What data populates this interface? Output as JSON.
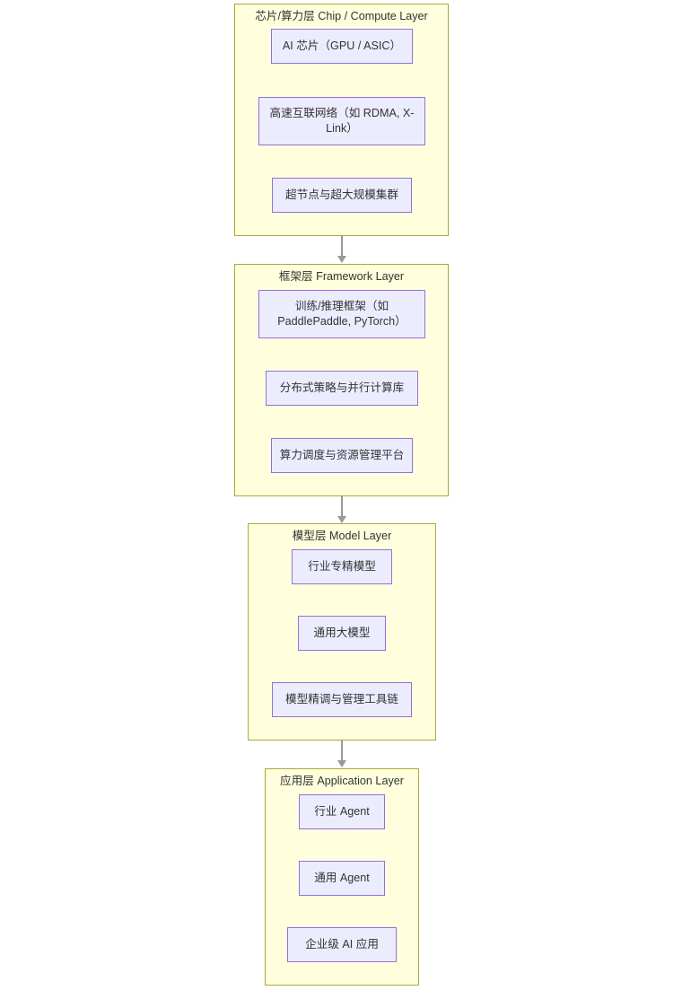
{
  "diagram": {
    "type": "flowchart-vertical",
    "background_color": "#ffffff",
    "subgraph_fill": "#ffffde",
    "subgraph_border": "#aaaa33",
    "node_fill": "#ececff",
    "node_border": "#9370db",
    "text_color": "#333333",
    "edge_color": "#999999",
    "layers": [
      {
        "id": "chip-layer",
        "title": "芯片/算力层 Chip / Compute Layer",
        "nodes": [
          {
            "id": "ai-chip",
            "label": "AI 芯片（GPU / ASIC）"
          },
          {
            "id": "interconnect",
            "label": "高速互联网络（如 RDMA, X-Link）"
          },
          {
            "id": "supernode-cluster",
            "label": "超节点与超大规模集群"
          }
        ]
      },
      {
        "id": "framework-layer",
        "title": "框架层 Framework Layer",
        "nodes": [
          {
            "id": "train-infer-framework",
            "label": "训练/推理框架（如 PaddlePaddle, PyTorch）"
          },
          {
            "id": "distributed-strategy",
            "label": "分布式策略与并行计算库"
          },
          {
            "id": "compute-scheduling",
            "label": "算力调度与资源管理平台"
          }
        ]
      },
      {
        "id": "model-layer",
        "title": "模型层 Model Layer",
        "nodes": [
          {
            "id": "industry-model",
            "label": "行业专精模型"
          },
          {
            "id": "general-model",
            "label": "通用大模型"
          },
          {
            "id": "model-tooling",
            "label": "模型精调与管理工具链"
          }
        ]
      },
      {
        "id": "application-layer",
        "title": "应用层 Application Layer",
        "nodes": [
          {
            "id": "industry-agent",
            "label": "行业 Agent"
          },
          {
            "id": "general-agent",
            "label": "通用 Agent"
          },
          {
            "id": "enterprise-ai-app",
            "label": "企业级 AI 应用"
          }
        ]
      }
    ],
    "edges": [
      {
        "from": "chip-layer",
        "to": "framework-layer"
      },
      {
        "from": "framework-layer",
        "to": "model-layer"
      },
      {
        "from": "model-layer",
        "to": "application-layer"
      }
    ]
  }
}
